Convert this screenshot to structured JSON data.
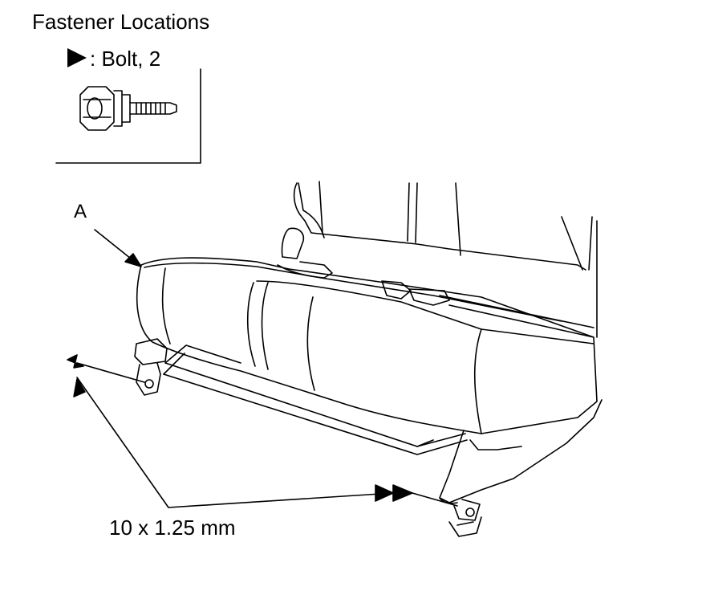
{
  "title": "Fastener Locations",
  "legend": {
    "label": ": Bolt, 2",
    "marker": "black-triangle"
  },
  "callouts": {
    "part_a": "A",
    "bolt_spec": "10 x 1.25 mm"
  }
}
